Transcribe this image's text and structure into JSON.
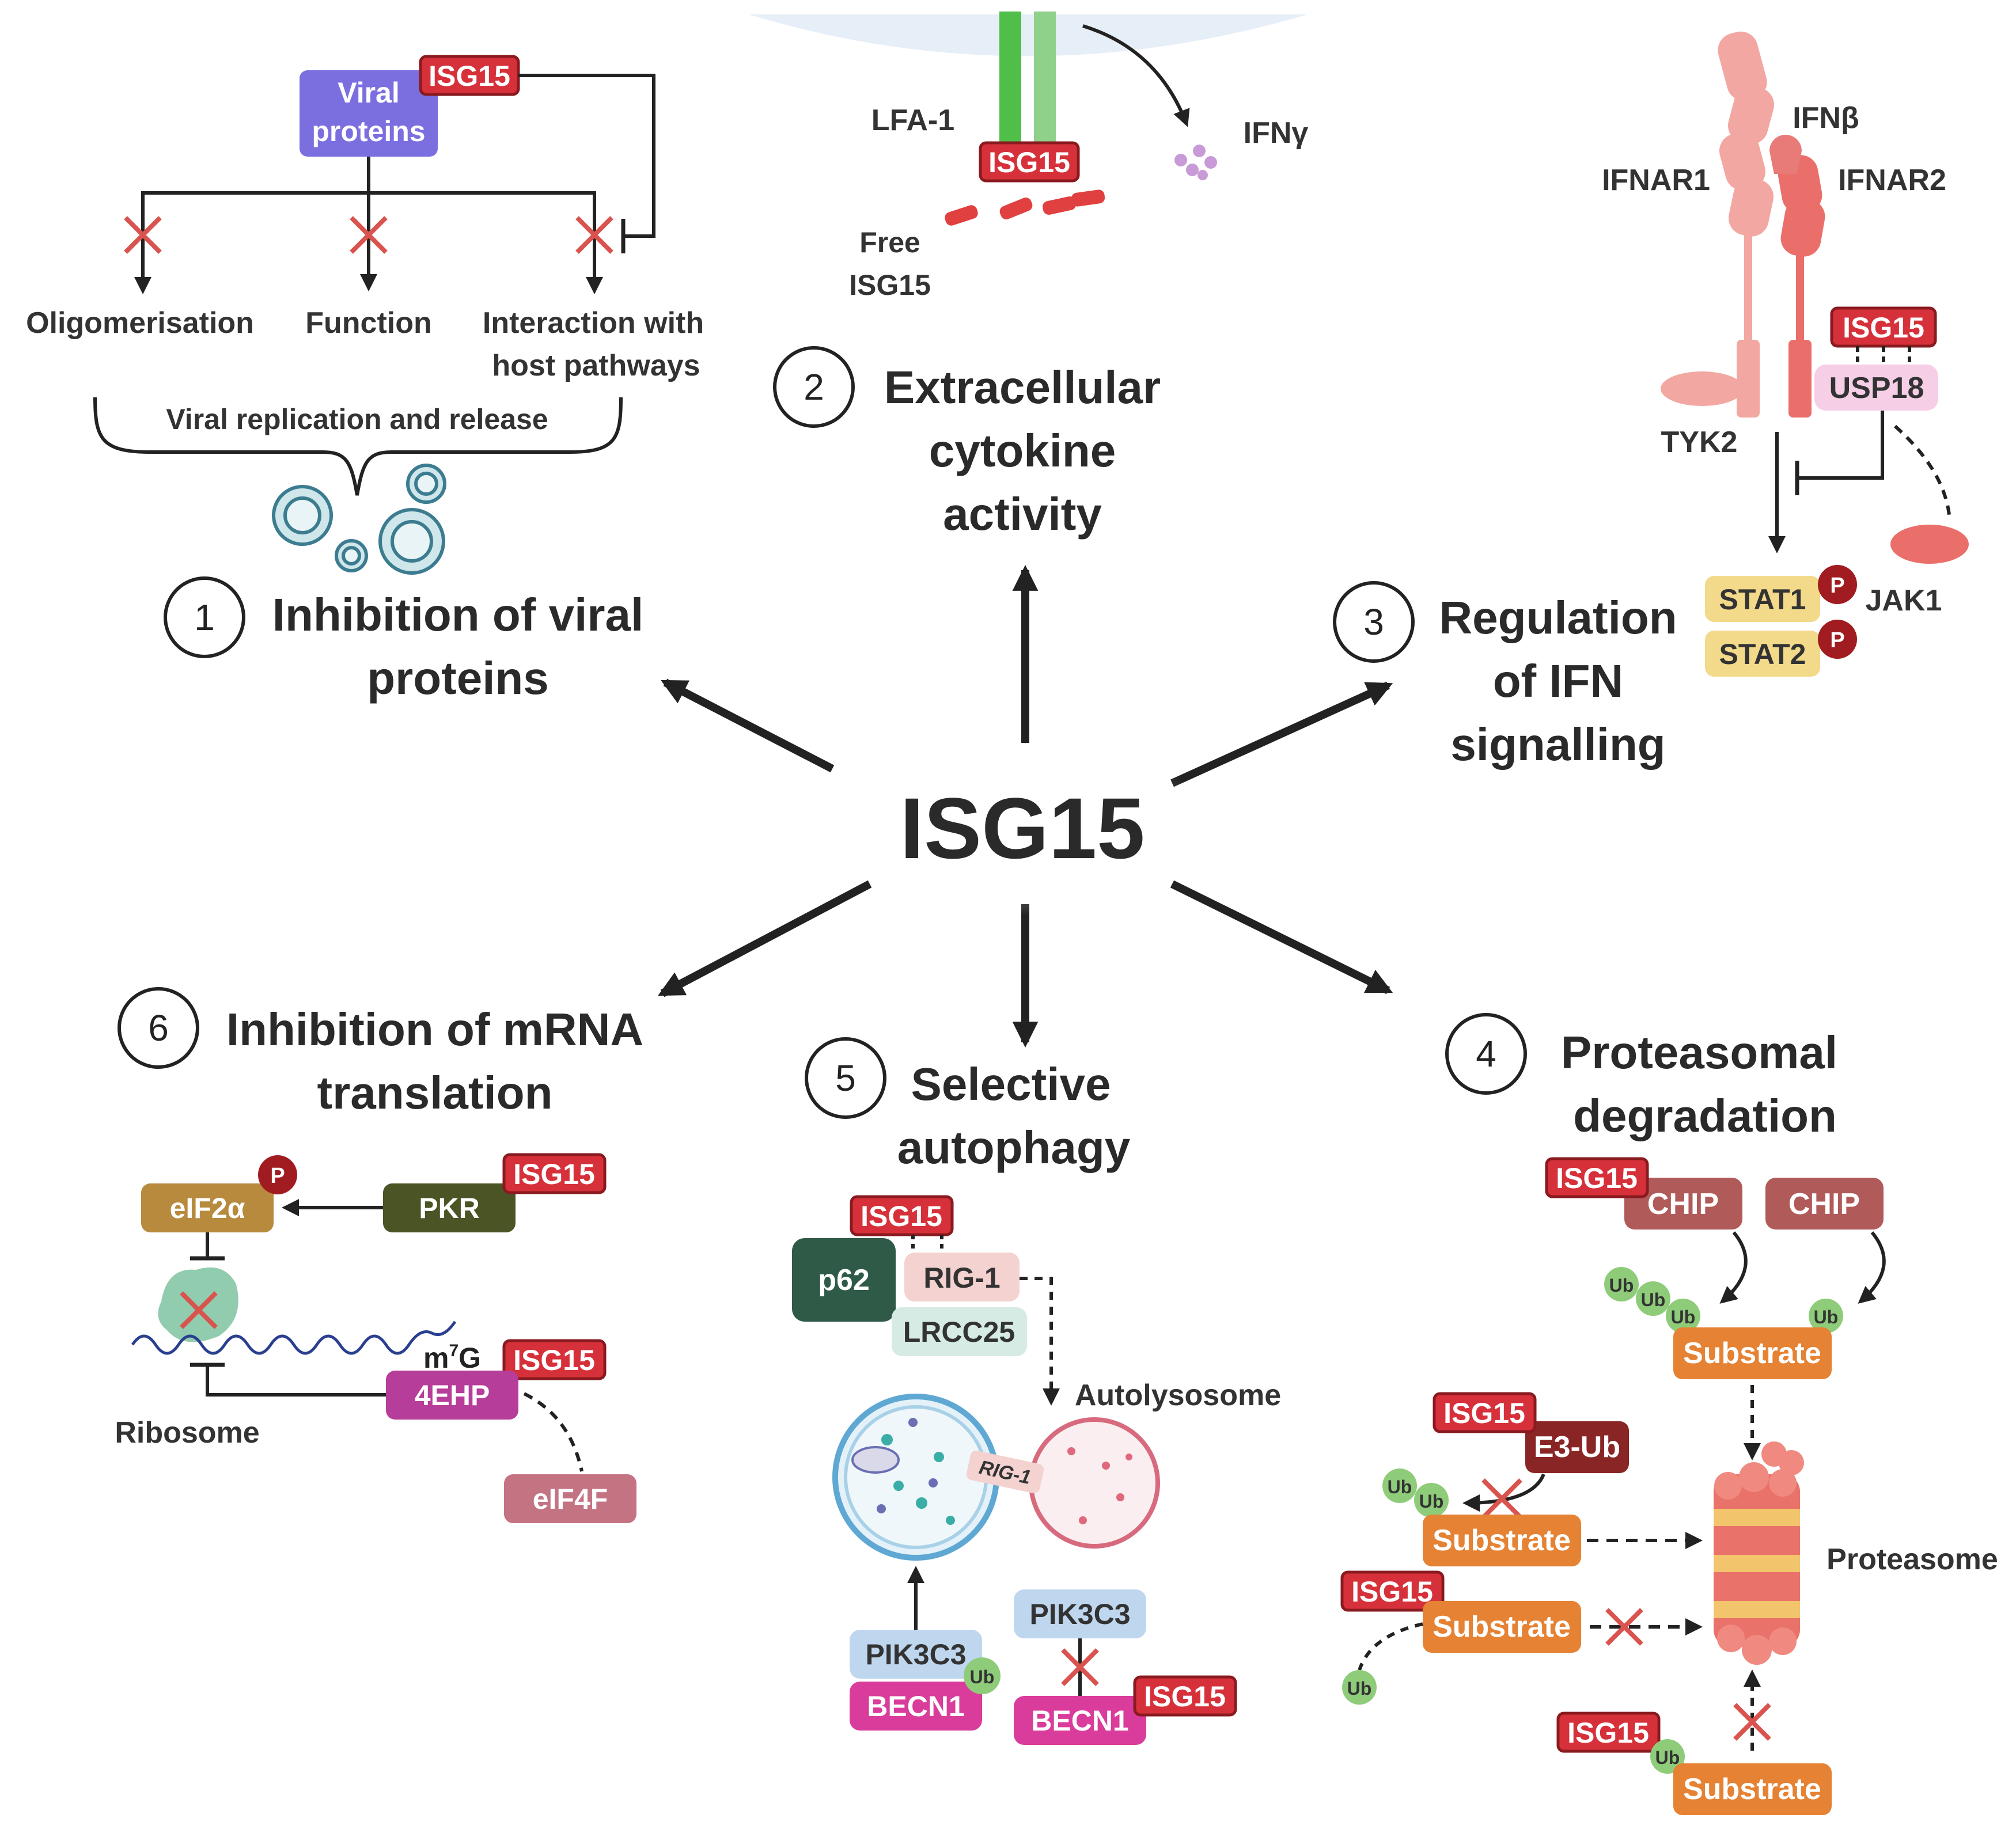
{
  "center": {
    "label": "ISG15"
  },
  "sections": {
    "viral": {
      "number": "1",
      "title_line1": "Inhibition of viral",
      "title_line2": "proteins",
      "viral_proteins_line1": "Viral",
      "viral_proteins_line2": "proteins",
      "isg15_tag": "ISG15",
      "target1": "Oligomerisation",
      "target2": "Function",
      "target3_line1": "Interaction with",
      "target3_line2": "host pathways",
      "summary": "Viral replication and release"
    },
    "extracellular": {
      "number": "2",
      "title_line1": "Extracellular",
      "title_line2": "cytokine",
      "title_line3": "activity",
      "lfa1": "LFA-1",
      "isg15_tag": "ISG15",
      "ifn_gamma": "IFNγ",
      "free_line1": "Free",
      "free_line2": "ISG15"
    },
    "ifn": {
      "number": "3",
      "title_line1": "Regulation",
      "title_line2": "of IFN",
      "title_line3": "signalling",
      "ifnar1": "IFNAR1",
      "ifnar2": "IFNAR2",
      "ifn_beta": "IFNβ",
      "isg15_tag": "ISG15",
      "usp18": "USP18",
      "tyk2": "TYK2",
      "stat1": "STAT1",
      "stat2": "STAT2",
      "jak1": "JAK1",
      "phospho": "P"
    },
    "proteasome": {
      "number": "4",
      "title_line1": "Proteasomal",
      "title_line2": "degradation",
      "isg15_tag": "ISG15",
      "chip": "CHIP",
      "ub": "Ub",
      "substrate": "Substrate",
      "e3": "E3-Ub",
      "proteasome_label": "Proteasome"
    },
    "autophagy": {
      "number": "5",
      "title_line1": "Selective",
      "title_line2": "autophagy",
      "isg15_tag": "ISG15",
      "p62": "p62",
      "rig1": "RIG-1",
      "lrcc25": "LRCC25",
      "autolysosome": "Autolysosome",
      "rig1_small": "RIG-1",
      "pik3c3": "PIK3C3",
      "becn1": "BECN1",
      "ub": "Ub"
    },
    "translation": {
      "number": "6",
      "title_line1": "Inhibition of mRNA",
      "title_line2": "translation",
      "isg15_tag": "ISG15",
      "eif2a": "eIF2α",
      "pkr": "PKR",
      "m7g": "m",
      "m7g_sup": "7",
      "m7g_end": "G",
      "ehp": "4EHP",
      "eif4f": "eIF4F",
      "ribosome": "Ribosome",
      "phospho": "P"
    }
  },
  "colors": {
    "isg15_red": "#d6313a",
    "arrow_dark": "#222222",
    "viral_purple": "#7b6fe0",
    "inhibit_x": "#d9534f",
    "substrate_orange": "#e58233",
    "chip_brown": "#b05a5a",
    "e3_darkred": "#8a2525",
    "ub_green": "#8fcc7a",
    "stat_yellow": "#f3d98a",
    "usp18_pink": "#f6cfe7",
    "becn1_magenta": "#d93c9a",
    "pik3c3_blue": "#bfd7ee",
    "p62_green": "#2f5a48",
    "rig1_pink": "#f3d2d0",
    "lrcc25_mint": "#d6ebe4",
    "eif2a_gold": "#b78a3e",
    "pkr_olive": "#4a5424",
    "ehp_purple": "#b63d99",
    "eif4f_mauve": "#c47383",
    "receptor_pink": "#f2a7a2",
    "receptor_red": "#ea6f6b"
  }
}
